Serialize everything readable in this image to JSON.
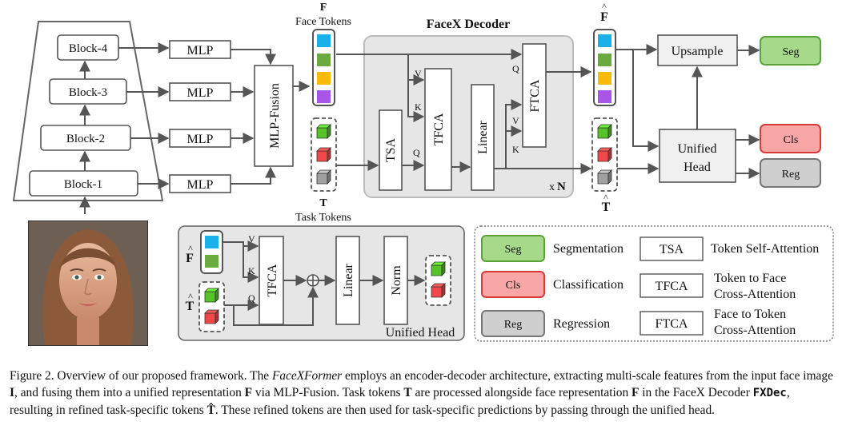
{
  "encoder": {
    "blocks": [
      "Block-1",
      "Block-2",
      "Block-3",
      "Block-4"
    ],
    "mlp_label": "MLP",
    "fusion_label": "MLP-Fusion"
  },
  "face_tokens": {
    "symbol": "F",
    "label": "Face Tokens",
    "colors": [
      "#1ab0ea",
      "#6aab3f",
      "#f8bb0c",
      "#a855e8"
    ]
  },
  "task_tokens": {
    "symbol": "T",
    "label": "Task Tokens",
    "colors": [
      "#56c428",
      "#f04848",
      "#a0a0a0"
    ]
  },
  "decoder": {
    "title": "FaceX Decoder",
    "tsa": "TSA",
    "tfca": "TFCA",
    "linear": "Linear",
    "ftca": "FTCA",
    "repeat": "x",
    "repeat_n": "N",
    "ports": {
      "q": "Q",
      "k": "K",
      "v": "V"
    }
  },
  "outputs": {
    "f_hat": "F",
    "t_hat": "T",
    "upsample": "Upsample",
    "unified_head": [
      "Unified",
      "Head"
    ],
    "seg": "Seg",
    "cls": "Cls",
    "reg": "Reg"
  },
  "head_detail": {
    "f_hat": "F",
    "t_hat": "T",
    "tfca": "TFCA",
    "linear": "Linear",
    "norm": "Norm",
    "title": "Unified Head",
    "ports": {
      "v": "V",
      "k": "K",
      "q": "Q"
    }
  },
  "legend": {
    "seg_chip": "Seg",
    "seg": "Segmentation",
    "cls_chip": "Cls",
    "cls": "Classification",
    "reg_chip": "Reg",
    "reg": "Regression",
    "tsa": "TSA",
    "tsa_desc": "Token Self-Attention",
    "tfca": "TFCA",
    "tfca_desc": [
      "Token to Face",
      "Cross-Attention"
    ],
    "ftca": "FTCA",
    "ftca_desc": [
      "Face to Token",
      "Cross-Attention"
    ]
  },
  "colors": {
    "seg_fill": "#a6d98a",
    "seg_stroke": "#5aa33a",
    "cls_fill": "#f9a6a6",
    "cls_stroke": "#d83a3a",
    "reg_fill": "#cfcfcf",
    "reg_stroke": "#777777",
    "box_stroke": "#555555",
    "panel_fill": "#e6e6e6"
  },
  "caption": {
    "p1": "Figure 2.  Overview of our proposed framework.  The ",
    "p2": "FaceXFormer",
    "p3": " employs an encoder-decoder architecture, extracting multi-scale features from the input face image ",
    "p4": "I",
    "p5": ", and fusing them into a unified representation ",
    "p6": "F",
    "p7": " via MLP-Fusion.  Task tokens ",
    "p8": "T",
    "p9": " are processed alongside face representation ",
    "p10": "F",
    "p11": " in the FaceX Decoder ",
    "p12": "FXDec",
    "p13": ", resulting in refined task-specific tokens ",
    "p14": "T̂",
    "p15": ".  These refined tokens are then used for task-specific predictions by passing through the unified head."
  }
}
